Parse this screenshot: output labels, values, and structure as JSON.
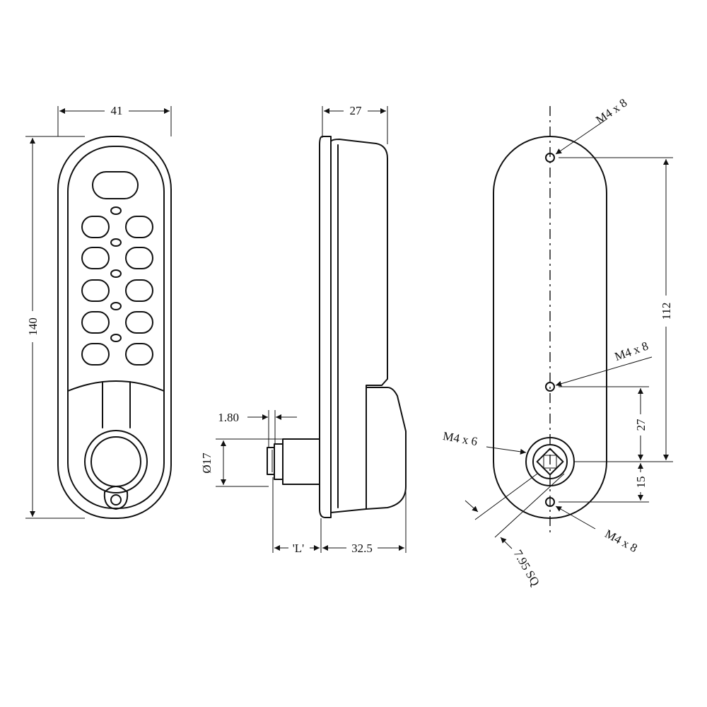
{
  "front_view": {
    "width_label": "41",
    "height_label": "140"
  },
  "side_view": {
    "depth_label": "27",
    "plate_label": "1.80",
    "spindle_label": "Ø17",
    "length_label": "'L'",
    "body_depth_label": "32.5"
  },
  "back_view": {
    "top_hole_label": "M4 x 8",
    "mid_hole_label": "M4 x 8",
    "bottom_hole_label": "M4 x 8",
    "cam_label": "M4 x 6",
    "square_label": "7.95 SQ",
    "span_label": "112",
    "upper_offset_label": "27",
    "lower_offset_label": "15"
  }
}
